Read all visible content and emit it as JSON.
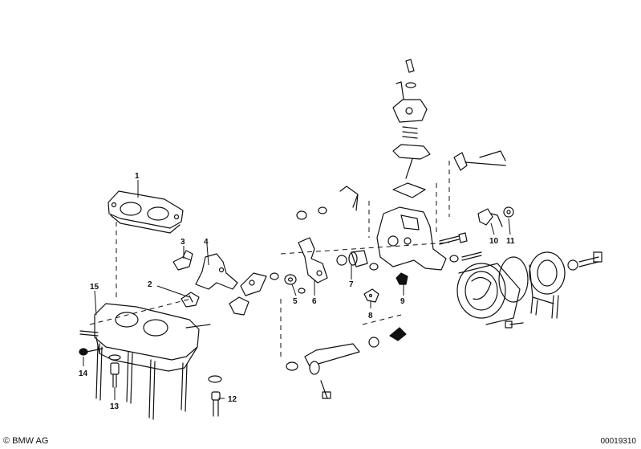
{
  "diagram": {
    "parts": [
      {
        "id": "1",
        "label": "1"
      },
      {
        "id": "2",
        "label": "2"
      },
      {
        "id": "3",
        "label": "3"
      },
      {
        "id": "4",
        "label": "4"
      },
      {
        "id": "5",
        "label": "5"
      },
      {
        "id": "6",
        "label": "6"
      },
      {
        "id": "7",
        "label": "7"
      },
      {
        "id": "8",
        "label": "8"
      },
      {
        "id": "9",
        "label": "9"
      },
      {
        "id": "10",
        "label": "10"
      },
      {
        "id": "11",
        "label": "11"
      },
      {
        "id": "12",
        "label": "12"
      },
      {
        "id": "13",
        "label": "13"
      },
      {
        "id": "14",
        "label": "14"
      },
      {
        "id": "15",
        "label": "15"
      }
    ]
  },
  "footer": {
    "copyright": "© BMW AG",
    "image_id": "00019310"
  },
  "colors": {
    "ink": "#111111",
    "background": "#ffffff"
  }
}
